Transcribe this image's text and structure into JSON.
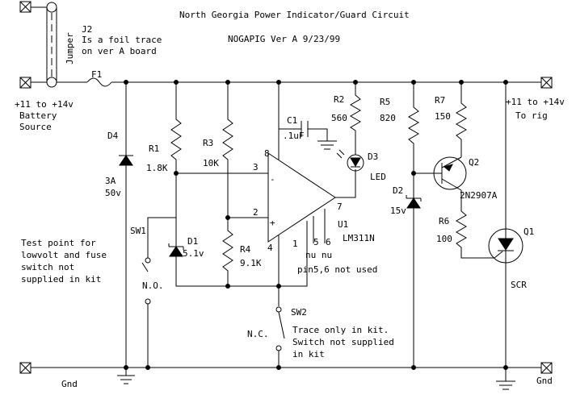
{
  "title": "North Georgia Power Indicator/Guard Circuit",
  "version": "NOGAPIG Ver A 9/23/99",
  "notes": {
    "j2": [
      "J2",
      "Is a foil trace",
      "on ver A board"
    ],
    "jumper": "Jumper",
    "battery": [
      "+11 to +14v",
      "Battery",
      "Source"
    ],
    "to_rig": [
      "+11 to +14v",
      "To rig"
    ],
    "test_point": [
      "Test point for",
      "lowvolt and fuse",
      "switch not",
      "supplied in kit"
    ],
    "trace_only": [
      "Trace only in kit.",
      "Switch not supplied",
      "in kit"
    ],
    "nu": [
      "nu nu",
      "pin5,6 not used"
    ],
    "gnd_left": "Gnd",
    "gnd_right": "Gnd"
  },
  "components": {
    "F1": {
      "ref": "F1"
    },
    "D4": {
      "ref": "D4",
      "v1": "3A",
      "v2": "50v"
    },
    "R1": {
      "ref": "R1",
      "value": "1.8K"
    },
    "R3": {
      "ref": "R3",
      "value": "10K"
    },
    "R4": {
      "ref": "R4",
      "value": "9.1K"
    },
    "D1": {
      "ref": "D1",
      "value": "5.1v"
    },
    "SW1": {
      "ref": "SW1",
      "type": "N.O."
    },
    "SW2": {
      "ref": "SW2",
      "type": "N.C."
    },
    "C1": {
      "ref": "C1",
      "value": ".1uF"
    },
    "U1": {
      "ref": "U1",
      "part": "LM311N",
      "pin_8": "8",
      "pin_3": "3",
      "pin_2": "2",
      "pin_4": "4",
      "pin_1": "1",
      "pin_5": "5",
      "pin_6": "6",
      "pin_7": "7",
      "minus": "-",
      "plus": "+"
    },
    "R2": {
      "ref": "R2",
      "value": "560"
    },
    "D3": {
      "ref": "D3",
      "type": "LED"
    },
    "R5": {
      "ref": "R5",
      "value": "820"
    },
    "D2": {
      "ref": "D2",
      "value": "15v"
    },
    "R7": {
      "ref": "R7",
      "value": "150"
    },
    "Q2": {
      "ref": "Q2",
      "part": "2N2907A"
    },
    "R6": {
      "ref": "R6",
      "value": "100"
    },
    "Q1": {
      "ref": "Q1",
      "type": "SCR"
    }
  }
}
